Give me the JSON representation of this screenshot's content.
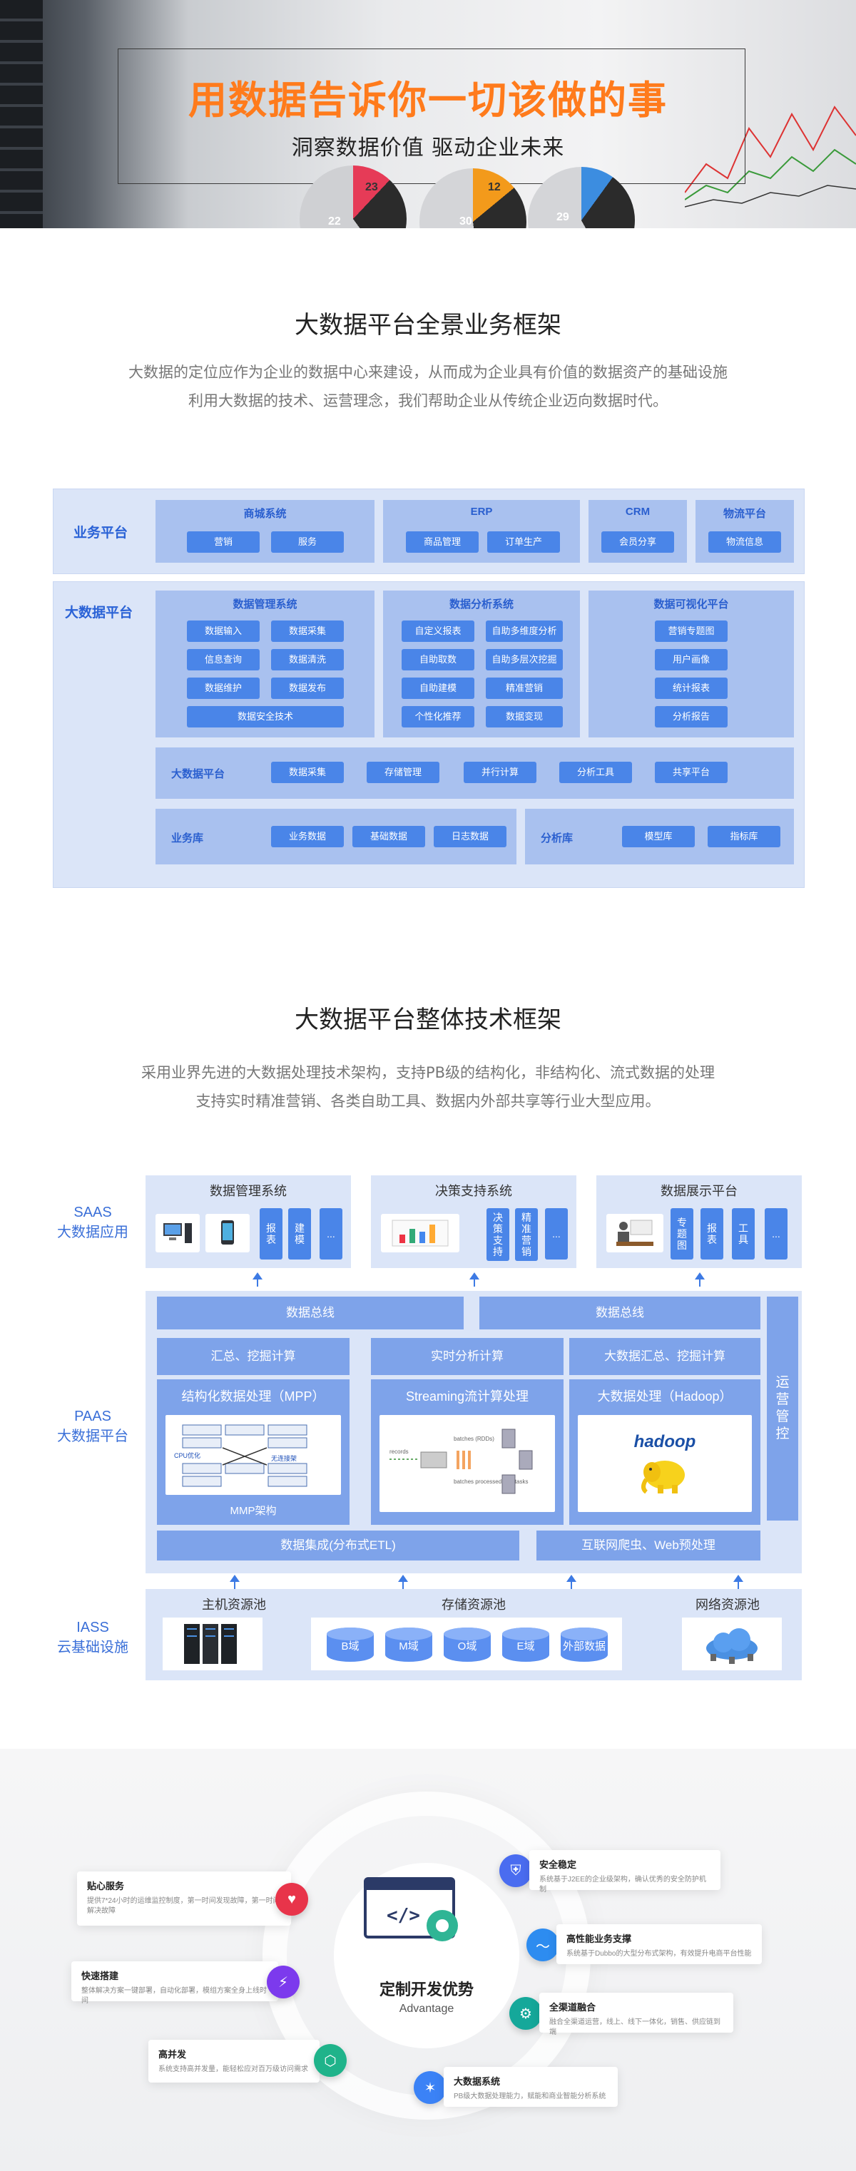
{
  "hero": {
    "title": "用数据告诉你一切该做的事",
    "subtitle": "洞察数据价值 驱动企业未来",
    "pies": [
      "22",
      "23",
      "30",
      "12",
      "29"
    ]
  },
  "section1": {
    "title": "大数据平台全景业务框架",
    "desc1": "大数据的定位应作为企业的数据中心来建设，从而成为企业具有价值的数据资产的基础设施",
    "desc2": "利用大数据的技术、运营理念，我们帮助企业从传统企业迈向数据时代。"
  },
  "fw1": {
    "business_label": "业务平台",
    "business_modules": [
      {
        "title": "商城系统",
        "items": [
          "营销",
          "服务"
        ]
      },
      {
        "title": "ERP",
        "items": [
          "商品管理",
          "订单生产"
        ]
      },
      {
        "title": "CRM",
        "items": [
          "会员分享"
        ]
      },
      {
        "title": "物流平台",
        "items": [
          "物流信息"
        ]
      }
    ],
    "bigdata_label": "大数据平台",
    "mgmt": {
      "title": "数据管理系统",
      "items": [
        "数据输入",
        "数据采集",
        "信息查询",
        "数据清洗",
        "数据维护",
        "数据发布"
      ],
      "wide": "数据安全技术"
    },
    "analysis": {
      "title": "数据分析系统",
      "items": [
        "自定义报表",
        "自助多维度分析",
        "自助取数",
        "自助多层次挖掘",
        "自助建模",
        "精准营销",
        "个性化推荐",
        "数据变现"
      ]
    },
    "visual": {
      "title": "数据可视化平台",
      "items": [
        "营销专题图",
        "用户画像",
        "统计报表",
        "分析报告"
      ]
    },
    "platform_row": {
      "label": "大数据平台",
      "items": [
        "数据采集",
        "存储管理",
        "并行计算",
        "分析工具",
        "共享平台"
      ]
    },
    "biz_lib": {
      "label": "业务库",
      "items": [
        "业务数据",
        "基础数据",
        "日志数据"
      ]
    },
    "ana_lib": {
      "label": "分析库",
      "items": [
        "模型库",
        "指标库"
      ]
    }
  },
  "section2": {
    "title": "大数据平台整体技术框架",
    "desc1": "采用业界先进的大数据处理技术架构，支持PB级的结构化，非结构化、流式数据的处理",
    "desc2": "支持实时精准营销、各类自助工具、数据内外部共享等行业大型应用。"
  },
  "fw2": {
    "saas_label1": "SAAS",
    "saas_label2": "大数据应用",
    "saas_blocks": [
      {
        "title": "数据管理系统",
        "chips": [
          "报表",
          "建模",
          "..."
        ]
      },
      {
        "title": "决策支持系统",
        "chips": [
          "决策支持",
          "精准营销",
          "..."
        ]
      },
      {
        "title": "数据展示平台",
        "chips": [
          "专题图",
          "报表",
          "工具",
          "..."
        ]
      }
    ],
    "paas_label1": "PAAS",
    "paas_label2": "大数据平台",
    "bus": [
      "数据总线",
      "数据总线"
    ],
    "compute": [
      "汇总、挖掘计算",
      "实时分析计算",
      "大数据汇总、挖掘计算"
    ],
    "cols": [
      {
        "title": "结构化数据处理（MPP）",
        "foot": "MMP架构",
        "img_a": "CPU优化",
        "img_b": "无连接架"
      },
      {
        "title": "Streaming流计算处理",
        "img_a": "records",
        "img_b": "batches (RDDs)",
        "img_c": "batches processed with tasks"
      },
      {
        "title": "大数据处理（Hadoop）",
        "img_a": "hadoop"
      }
    ],
    "etl": "数据集成(分布式ETL)",
    "crawler": "互联网爬虫、Web预处理",
    "ops": "运营管控",
    "iass_label1": "IASS",
    "iass_label2": "云基础设施",
    "pools": [
      "主机资源池",
      "存储资源池",
      "网络资源池"
    ],
    "cylinders": [
      "B域",
      "M域",
      "O域",
      "E域",
      "外部数据"
    ]
  },
  "advantage": {
    "title": "定制开发优势",
    "sub": "Advantage",
    "left": [
      {
        "t": "贴心服务",
        "d": "提供7*24小时的运维监控制度，第一时间发现故障，第一时间解决故障"
      },
      {
        "t": "快速搭建",
        "d": "整体解决方案一键部署，自动化部署，模组方案全身上线时间"
      },
      {
        "t": "高并发",
        "d": "系统支持高并发量，能轻松应对百万级访问需求"
      }
    ],
    "right": [
      {
        "t": "安全稳定",
        "d": "系统基于J2EE的企业级架构，确认优秀的安全防护机制"
      },
      {
        "t": "高性能业务支撑",
        "d": "系统基于Dubbo的大型分布式架构，有效提升电商平台性能"
      },
      {
        "t": "全渠道融合",
        "d": "融合全渠道运营，线上、线下一体化，销售、供应链到端"
      },
      {
        "t": "大数据系统",
        "d": "PB级大数据处理能力，赋能和商业智能分析系统"
      }
    ]
  }
}
